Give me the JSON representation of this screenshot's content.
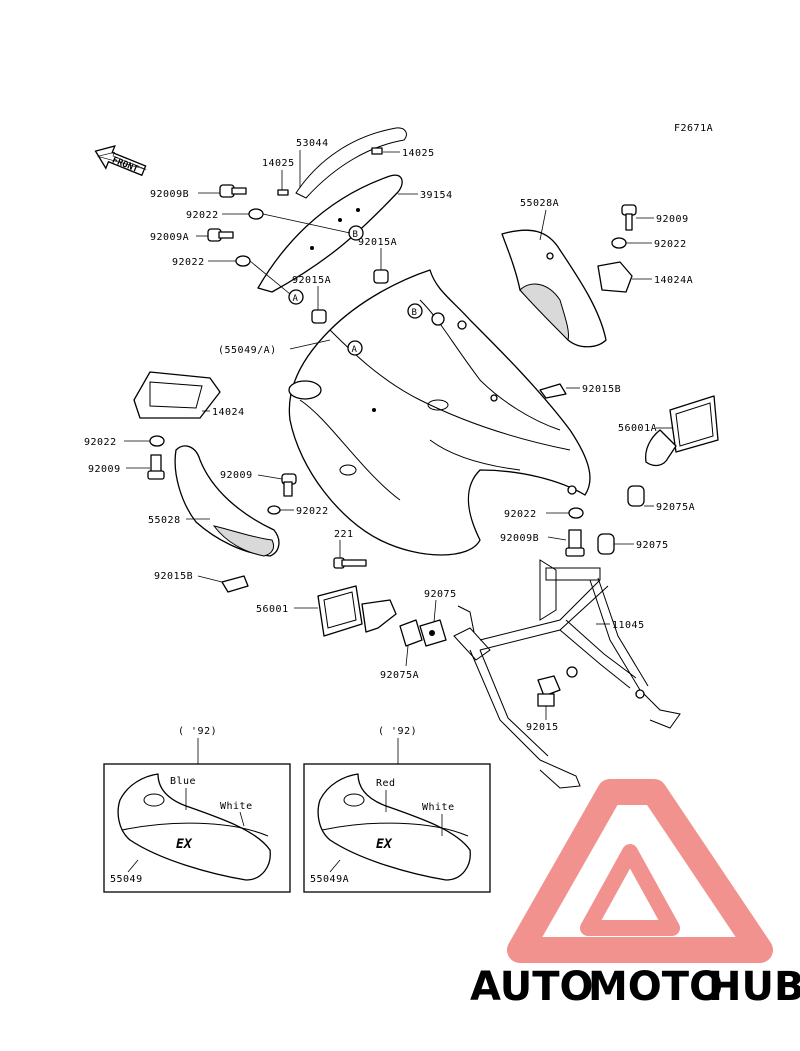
{
  "figure_code": "F2671A",
  "front_label": "FRONT",
  "callouts": {
    "p53044": "53044",
    "p14025_a": "14025",
    "p14025_b": "14025",
    "p39154": "39154",
    "p92009b_top": "92009B",
    "p92022_a": "92022",
    "p92009a": "92009A",
    "p92022_b": "92022",
    "p92015a_a": "92015A",
    "p92015a_b": "92015A",
    "p55049a_ref": "(55049/A)",
    "p55028a": "55028A",
    "p92009_right": "92009",
    "p92022_right": "92022",
    "p14024a": "14024A",
    "p92015b_right": "92015B",
    "p56001a": "56001A",
    "p14024": "14024",
    "p92022_left": "92022",
    "p92009_left": "92009",
    "p92009_mid": "92009",
    "p92022_mid": "92022",
    "p55028": "55028",
    "p92015b_left": "92015B",
    "p221": "221",
    "p56001": "56001",
    "p92075_a": "92075",
    "p92075a_low": "92075A",
    "p92022_low": "92022",
    "p92009b_low": "92009B",
    "p92075a_right": "92075A",
    "p92075_right": "92075",
    "p11045": "11045",
    "p92015": "92015"
  },
  "markers": {
    "a1": "A",
    "a2": "A",
    "b1": "B",
    "b2": "B"
  },
  "insets": [
    {
      "year": "( '92)",
      "color1": "Blue",
      "color2": "White",
      "part": "55049"
    },
    {
      "year": "( '92)",
      "color1": "Red",
      "color2": "White",
      "part": "55049A"
    }
  ],
  "watermark": {
    "part1": "AUTO",
    "part2": "MOTO",
    "part3": "HUB",
    "color1": "#f2b441",
    "color2": "#ef8a80",
    "color3": "#5b5b5b",
    "triangle_color": "#ef7f7a"
  }
}
